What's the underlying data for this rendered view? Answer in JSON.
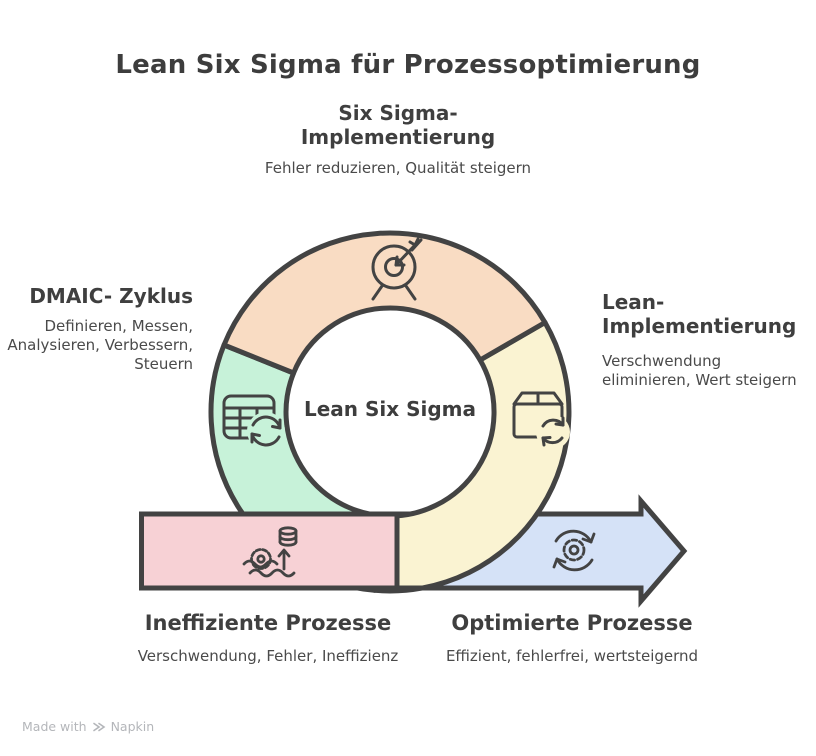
{
  "title": "Lean Six Sigma für Prozessoptimierung",
  "diagram": {
    "center_label": "Lean Six Sigma",
    "outline_color": "#434343",
    "segments": [
      {
        "id": "six-sigma-implementierung",
        "label": "Six Sigma-\nImplementierung",
        "description": "Fehler reduzieren,\nQualität steigern",
        "color": "#f9dcc3",
        "icon": "target-arrow-icon"
      },
      {
        "id": "dmaic-zyklus",
        "label": "DMAIC-\nZyklus",
        "description": "Definieren, Messen,\nAnalysieren,\nVerbessern,\nSteuern",
        "color": "#c7f2d9",
        "icon": "table-refresh-icon"
      },
      {
        "id": "lean-implementierung",
        "label": "Lean-\nImplementierung",
        "description": "Verschwendung\neliminieren, Wert\nsteigern",
        "color": "#faf3d2",
        "icon": "box-recycle-icon"
      }
    ],
    "flow": [
      {
        "id": "ineffiziente-prozesse",
        "label": "Ineffiziente\nProzesse",
        "description": "Verschwendung,\nFehler, Ineffizienz",
        "color": "#f7d1d5",
        "icon": "sinking-gear-icon"
      },
      {
        "id": "optimierte-prozesse",
        "label": "Optimierte\nProzesse",
        "description": "Effizient, fehlerfrei,\nwertsteigernd",
        "color": "#d5e2f7",
        "icon": "gear-cycle-icon"
      }
    ]
  },
  "watermark": {
    "prefix": "Made with",
    "brand": "Napkin"
  }
}
